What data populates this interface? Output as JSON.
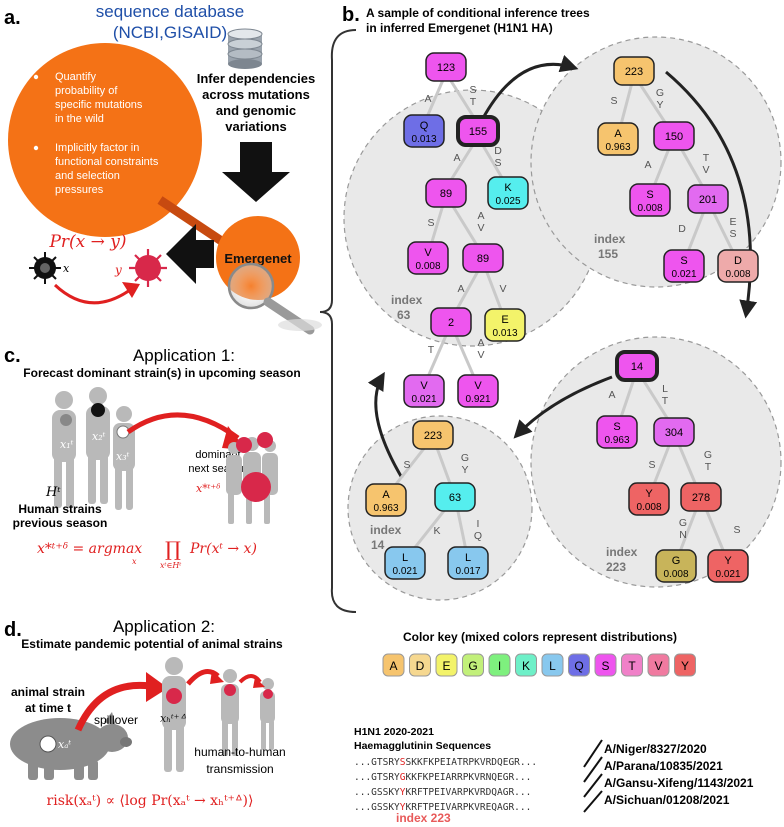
{
  "colors": {
    "orange": "#f47216",
    "red": "#e02020",
    "magenta": "#ee55ee",
    "pink": "#e26af0",
    "cyan": "#55eeee",
    "blue_q": "#6e6ee6",
    "yellow_e": "#f3f36a",
    "orange_a": "#f6c46e",
    "salmon_y": "#ee6464",
    "light_pink_d": "#eeaaaa",
    "olive_g": "#c8b45a",
    "light_blue_l": "#88c8ee",
    "grey_circle": "#e9e9e9"
  },
  "panel_a": {
    "label": "a.",
    "db_title": "sequence database",
    "db_sub": "(NCBI,GISAID)",
    "infer_lines": [
      "Infer dependencies",
      "across mutations",
      "and genomic",
      "variations"
    ],
    "circle_bullets": [
      [
        "Quantify",
        "probability of",
        "specific mutations",
        "in the wild"
      ],
      [
        "Implicitly factor in",
        "functional constraints",
        "and selection",
        "pressures"
      ]
    ],
    "emergenet": "Emergenet",
    "formula": "Pr(x → y)",
    "x": "x",
    "y": "y"
  },
  "panel_b": {
    "label": "b.",
    "title_lines": [
      "A sample of conditional inference trees",
      "in inferred Emergenet (H1N1 HA)"
    ],
    "index_labels": [
      {
        "text": "index",
        "num": "63"
      },
      {
        "text": "index",
        "num": "155"
      },
      {
        "text": "index",
        "num": "14"
      },
      {
        "text": "index",
        "num": "223"
      }
    ]
  },
  "trees": {
    "nodes": [
      {
        "id": "n123",
        "t": "123",
        "v": "",
        "c": "magenta"
      },
      {
        "id": "nQ",
        "t": "Q",
        "v": "0.013",
        "c": "blue_q"
      },
      {
        "id": "n155",
        "t": "155",
        "v": "",
        "c": "magenta"
      },
      {
        "id": "n89a",
        "t": "89",
        "v": "",
        "c": "magenta"
      },
      {
        "id": "nK",
        "t": "K",
        "v": "0.025",
        "c": "cyan"
      },
      {
        "id": "nV1",
        "t": "V",
        "v": "0.008",
        "c": "magenta"
      },
      {
        "id": "n89b",
        "t": "89",
        "v": "",
        "c": "magenta"
      },
      {
        "id": "n2",
        "t": "2",
        "v": "",
        "c": "magenta"
      },
      {
        "id": "nE",
        "t": "E",
        "v": "0.013",
        "c": "yellow_e"
      },
      {
        "id": "nV2",
        "t": "V",
        "v": "0.021",
        "c": "pink"
      },
      {
        "id": "nV3",
        "t": "V",
        "v": "0.921",
        "c": "magenta"
      },
      {
        "id": "n223a",
        "t": "223",
        "v": "",
        "c": "orange_a"
      },
      {
        "id": "nA1",
        "t": "A",
        "v": "0.963",
        "c": "orange_a"
      },
      {
        "id": "n150",
        "t": "150",
        "v": "",
        "c": "magenta"
      },
      {
        "id": "nS1",
        "t": "S",
        "v": "0.008",
        "c": "magenta"
      },
      {
        "id": "n201",
        "t": "201",
        "v": "",
        "c": "pink"
      },
      {
        "id": "nS2",
        "t": "S",
        "v": "0.021",
        "c": "magenta"
      },
      {
        "id": "nD",
        "t": "D",
        "v": "0.008",
        "c": "light_pink_d"
      },
      {
        "id": "n14",
        "t": "14",
        "v": "",
        "c": "magenta"
      },
      {
        "id": "nS3",
        "t": "S",
        "v": "0.963",
        "c": "magenta"
      },
      {
        "id": "n304",
        "t": "304",
        "v": "",
        "c": "pink"
      },
      {
        "id": "nY1",
        "t": "Y",
        "v": "0.008",
        "c": "salmon_y"
      },
      {
        "id": "n278",
        "t": "278",
        "v": "",
        "c": "salmon_y"
      },
      {
        "id": "nG",
        "t": "G",
        "v": "0.008",
        "c": "olive_g"
      },
      {
        "id": "nY2",
        "t": "Y",
        "v": "0.021",
        "c": "salmon_y"
      },
      {
        "id": "n223b",
        "t": "223",
        "v": "",
        "c": "orange_a"
      },
      {
        "id": "nA2",
        "t": "A",
        "v": "0.963",
        "c": "orange_a"
      },
      {
        "id": "n63",
        "t": "63",
        "v": "",
        "c": "cyan"
      },
      {
        "id": "nL1",
        "t": "L",
        "v": "0.021",
        "c": "light_blue_l"
      },
      {
        "id": "nL2",
        "t": "L",
        "v": "0.017",
        "c": "light_blue_l"
      }
    ],
    "edge_labels": [
      {
        "id": "e1",
        "t": "A"
      },
      {
        "id": "e2",
        "t": "S"
      },
      {
        "id": "e3",
        "t": "T"
      },
      {
        "id": "e4",
        "t": "A"
      },
      {
        "id": "e5",
        "t": "D"
      },
      {
        "id": "e6",
        "t": "S"
      },
      {
        "id": "e7",
        "t": "S"
      },
      {
        "id": "e8",
        "t": "A"
      },
      {
        "id": "e9",
        "t": "V"
      },
      {
        "id": "e10",
        "t": "A"
      },
      {
        "id": "e11",
        "t": "V"
      },
      {
        "id": "e12",
        "t": "T"
      },
      {
        "id": "e13",
        "t": "A"
      },
      {
        "id": "e14",
        "t": "V"
      },
      {
        "id": "e15",
        "t": "S"
      },
      {
        "id": "e16",
        "t": "G"
      },
      {
        "id": "e17",
        "t": "Y"
      },
      {
        "id": "e18",
        "t": "A"
      },
      {
        "id": "e19",
        "t": "T"
      },
      {
        "id": "e20",
        "t": "V"
      },
      {
        "id": "e21",
        "t": "D"
      },
      {
        "id": "e22",
        "t": "E"
      },
      {
        "id": "e23",
        "t": "S"
      },
      {
        "id": "e24",
        "t": "A"
      },
      {
        "id": "e25",
        "t": "L"
      },
      {
        "id": "e26",
        "t": "T"
      },
      {
        "id": "e27",
        "t": "S"
      },
      {
        "id": "e28",
        "t": "G"
      },
      {
        "id": "e29",
        "t": "T"
      },
      {
        "id": "e30",
        "t": "G"
      },
      {
        "id": "e31",
        "t": "N"
      },
      {
        "id": "e32",
        "t": "S"
      },
      {
        "id": "e33",
        "t": "S"
      },
      {
        "id": "e34",
        "t": "G"
      },
      {
        "id": "e35",
        "t": "Y"
      },
      {
        "id": "e36",
        "t": "K"
      },
      {
        "id": "e37",
        "t": "I"
      },
      {
        "id": "e38",
        "t": "Q"
      }
    ]
  },
  "panel_c": {
    "label": "c.",
    "title": "Application 1:",
    "subtitle": "Forecast dominant strain(s) in upcoming season",
    "x1": "x₁ᵗ",
    "x2": "x₂ᵗ",
    "x3": "x₃ᵗ",
    "dominant_lines": [
      "dominant",
      "next season"
    ],
    "xstar": "x*ᵗ⁺ᵟ",
    "H": "Hᵗ",
    "human_lines": [
      "Human strains",
      "previous season"
    ],
    "formula_left": "x*ᵗ⁺ᵟ = argmax",
    "formula_under": "x",
    "formula_prod": "∏",
    "formula_prod_under": "xᵗ∈Hᵗ",
    "formula_right": "Pr(xᵗ → x)"
  },
  "panel_d": {
    "label": "d.",
    "title": "Application 2:",
    "subtitle": "Estimate pandemic potential of animal strains",
    "animal_lines": [
      "animal strain",
      "at time t"
    ],
    "spillover": "spillover",
    "xa": "xₐᵗ",
    "xh": "xₕᵗ⁺ᐞ",
    "transmission_lines": [
      "human-to-human",
      "transmission"
    ],
    "formula": "risk(xₐᵗ) ∝ ⟨log Pr(xₐᵗ → xₕᵗ⁺ᐞ)⟩"
  },
  "color_key": {
    "title": "Color key (mixed colors represent distributions)",
    "letters": [
      {
        "l": "A",
        "c": "#f6c46e"
      },
      {
        "l": "D",
        "c": "#f6d890"
      },
      {
        "l": "E",
        "c": "#f3f36a"
      },
      {
        "l": "G",
        "c": "#c2f07a"
      },
      {
        "l": "I",
        "c": "#7ef07e"
      },
      {
        "l": "K",
        "c": "#6ef0c8"
      },
      {
        "l": "L",
        "c": "#88c8ee"
      },
      {
        "l": "Q",
        "c": "#6e6ee6"
      },
      {
        "l": "S",
        "c": "#ee55ee"
      },
      {
        "l": "T",
        "c": "#f080c8"
      },
      {
        "l": "V",
        "c": "#f07aa0"
      },
      {
        "l": "Y",
        "c": "#ee6464"
      }
    ]
  },
  "sequences": {
    "title_lines": [
      "H1N1 2020-2021",
      "Haemagglutinin Sequences"
    ],
    "rows": [
      {
        "pre": "...GTSRY",
        "hl": "S",
        "post": "SKKFKPEIATRPKVRDQEGR...",
        "name": "A/Niger/8327/2020"
      },
      {
        "pre": "...GTSRY",
        "hl": "G",
        "post": "KKFKPEIARRPKVRNQEGR...",
        "name": "A/Parana/10835/2021"
      },
      {
        "pre": "...GSSKY",
        "hl": "Y",
        "post": "KRFTPEIVARPKVRDQAGR...",
        "name": "A/Gansu-Xifeng/1143/2021"
      },
      {
        "pre": "...GSSKY",
        "hl": "Y",
        "post": "KRFTPEIVARPKVREQAGR...",
        "name": "A/Sichuan/01208/2021"
      }
    ],
    "index_note": "index 223"
  }
}
